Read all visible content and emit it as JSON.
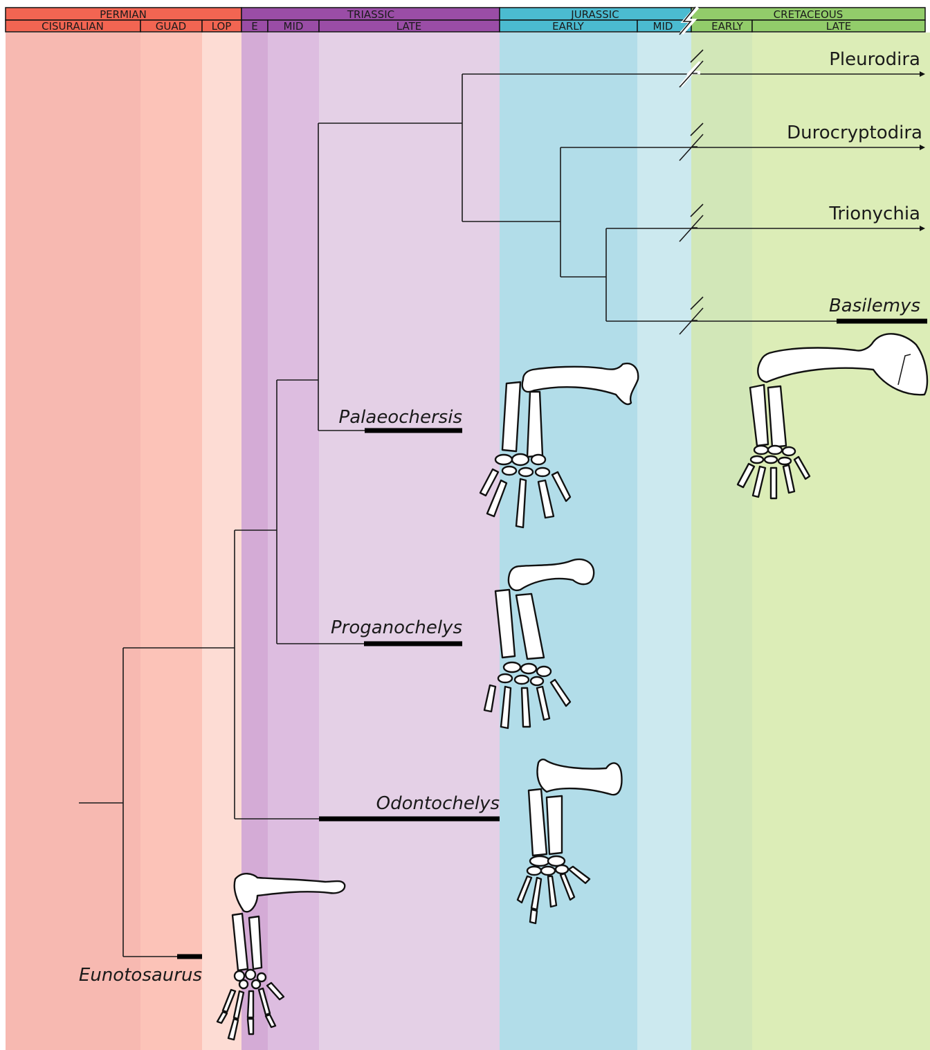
{
  "periods": [
    {
      "name": "PERMIAN",
      "color": "#f26552"
    },
    {
      "name": "TRIASSIC",
      "color": "#9a4da6"
    },
    {
      "name": "JURASSIC",
      "color": "#4bbbd0"
    },
    {
      "name": "CRETACEOUS",
      "color": "#92cc6a"
    }
  ],
  "epochs": [
    {
      "name": "CISURALIAN",
      "header_color": "#f26552",
      "band_color": "#f7b9b1"
    },
    {
      "name": "GUAD",
      "header_color": "#f26552",
      "band_color": "#fcc3b8"
    },
    {
      "name": "LOP",
      "header_color": "#f26552",
      "band_color": "#fddcd4"
    },
    {
      "name": "E",
      "header_color": "#9a4da6",
      "band_color": "#d4abd6"
    },
    {
      "name": "MID",
      "header_color": "#9a4da6",
      "band_color": "#ddbde0"
    },
    {
      "name": "LATE",
      "header_color": "#9a4da6",
      "band_color": "#e4d0e6"
    },
    {
      "name": "EARLY",
      "header_color": "#4bbbd0",
      "band_color": "#b2dde9"
    },
    {
      "name": "MID",
      "header_color": "#4bbbd0",
      "band_color": "#cce9ef"
    },
    {
      "name": "EARLY",
      "header_color": "#92cc6a",
      "band_color": "#d2e7b8"
    },
    {
      "name": "LATE",
      "header_color": "#92cc6a",
      "band_color": "#dcedb7"
    }
  ],
  "taxa": {
    "pleurodira": "Pleurodira",
    "durocryptodira": "Durocryptodira",
    "trionychia": "Trionychia",
    "basilemys": "Basilemys",
    "palaeochersis": "Palaeochersis",
    "proganochelys": "Proganochelys",
    "odontochelys": "Odontochelys",
    "eunotosaurus": "Eunotosaurus"
  },
  "illustrations": [
    "forelimb-eunotosaurus",
    "forelimb-odontochelys",
    "forelimb-proganochelys",
    "forelimb-palaeochersis",
    "forelimb-basilemys"
  ]
}
